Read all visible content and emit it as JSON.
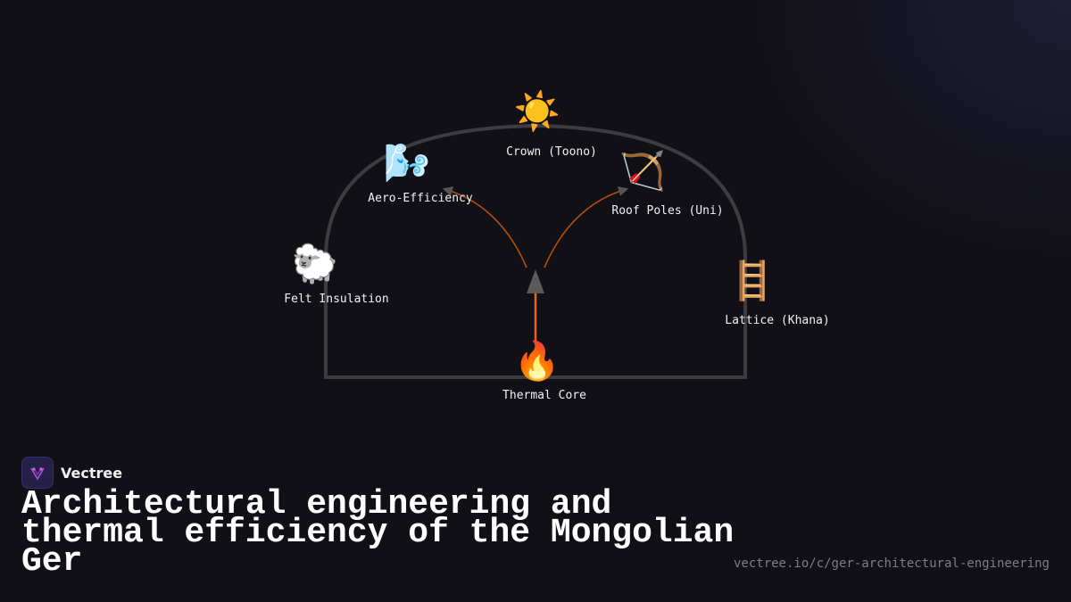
{
  "diagram": {
    "nodes": [
      {
        "id": "crown",
        "label": "Crown (Toono)",
        "icon": "☀️",
        "icon_name": "sun-icon"
      },
      {
        "id": "aero",
        "label": "Aero-Efficiency",
        "icon": "🌬️",
        "icon_name": "wind-face-icon"
      },
      {
        "id": "poles",
        "label": "Roof Poles (Uni)",
        "icon": "🏹",
        "icon_name": "bow-and-arrow-icon"
      },
      {
        "id": "felt",
        "label": "Felt Insulation",
        "icon": "🐑",
        "icon_name": "sheep-icon"
      },
      {
        "id": "lattice",
        "label": "Lattice (Khana)",
        "icon": "🪜",
        "icon_name": "ladder-icon"
      },
      {
        "id": "thermal",
        "label": "Thermal Core",
        "icon": "🔥",
        "icon_name": "fire-icon"
      }
    ],
    "colors": {
      "outline": "#3d3d40",
      "flow": "#c2550f",
      "flow_bright": "#e8650e",
      "arrowhead": "#555555"
    }
  },
  "brand": {
    "name": "Vectree",
    "accent": "#b44bd6"
  },
  "title": "Architectural engineering and thermal efficiency of the Mongolian Ger",
  "url": "vectree.io/c/ger-architectural-engineering"
}
